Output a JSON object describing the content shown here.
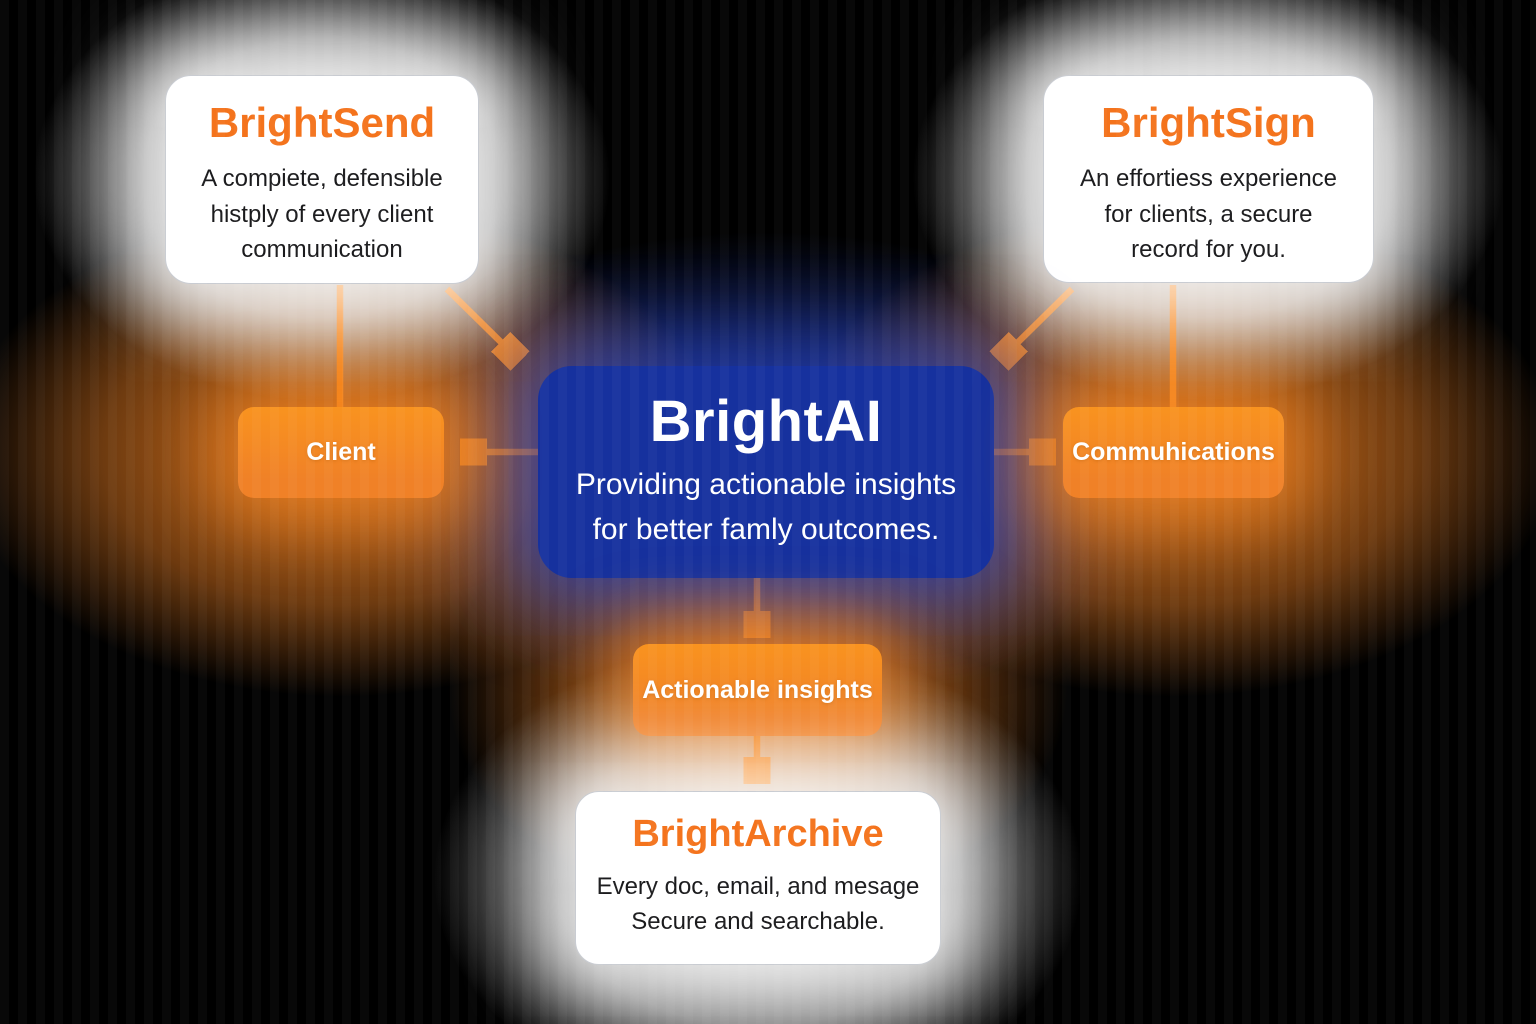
{
  "colors": {
    "accent_orange": "#F08127",
    "accent_orange_bright": "#F9931F",
    "arrow_orange": "#F5861C",
    "brand_orange_text": "#F4731C",
    "deep_blue": "#16319E",
    "card_white": "#FFFFFF",
    "text_dark": "#1A1A1C",
    "text_white": "#FFFFFF"
  },
  "center": {
    "title": "BrightAI",
    "subtitle": "Providing actionable insights\nfor better famly outcomes."
  },
  "cards": {
    "brightsend": {
      "title": "BrightSend",
      "description": "A compiete, defensible\nhistply of every client\ncommunication"
    },
    "brightsign": {
      "title": "BrightSign",
      "description": "An effortiess experience\nfor clients, a secure\nrecord for you."
    },
    "brightarchive": {
      "title": "BrightArchive",
      "description": "Every doc, email, and mesage\nSecure and searchable."
    }
  },
  "nodes": {
    "client": {
      "label": "Client"
    },
    "communications": {
      "label": "Commuhications"
    },
    "insights": {
      "label": "Actionable insights"
    }
  }
}
